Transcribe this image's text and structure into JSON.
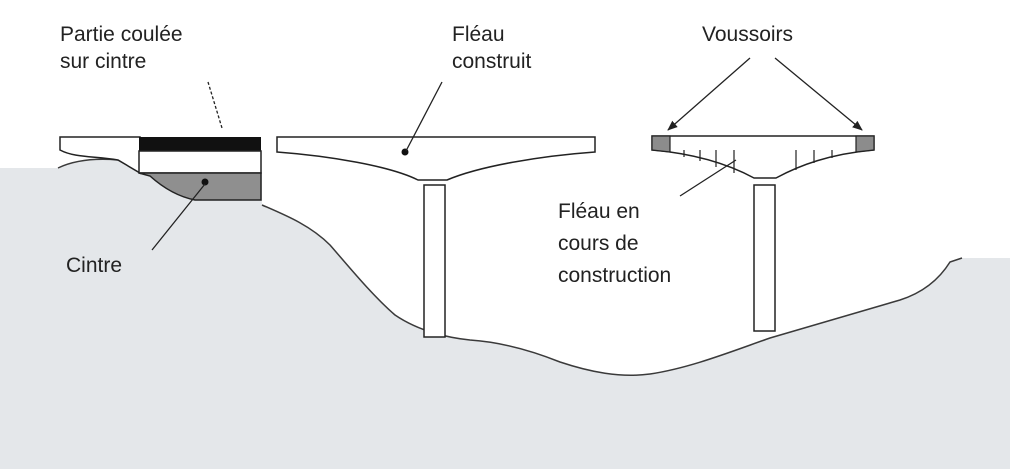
{
  "labels": {
    "partie_coulee_line1": "Partie coulée",
    "partie_coulee_line2": "sur cintre",
    "fleau_construit_line1": "Fléau",
    "fleau_construit_line2": "construit",
    "voussoirs": "Voussoirs",
    "fleau_en_cours_line1": "Fléau en",
    "fleau_en_cours_line2": "cours de",
    "fleau_en_cours_line3": "construction",
    "cintre": "Cintre"
  },
  "colors": {
    "ground": "#e4e7ea",
    "ground_edge": "#3a3a3a",
    "deck_outline": "#222222",
    "cast_slab": "#111111",
    "falsework": "#8f8f8f",
    "segment_end": "#8c8c8c",
    "text": "#222222"
  }
}
